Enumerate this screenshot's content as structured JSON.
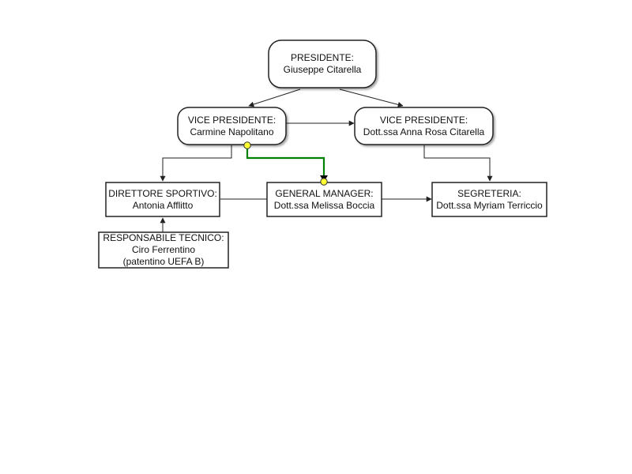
{
  "nodes": {
    "presidente": {
      "role": "PRESIDENTE:",
      "name": "Giuseppe Citarella"
    },
    "vice1": {
      "role": "VICE PRESIDENTE:",
      "name": "Carmine Napolitano"
    },
    "vice2": {
      "role": "VICE PRESIDENTE:",
      "name": "Dott.ssa Anna Rosa Citarella"
    },
    "direttore": {
      "role": "DIRETTORE SPORTIVO:",
      "name": "Antonia Afflitto"
    },
    "gm": {
      "role": "GENERAL MANAGER:",
      "name": "Dott.ssa Melissa Boccia"
    },
    "segreteria": {
      "role": "SEGRETERIA:",
      "name": "Dott.ssa Myriam Terriccio"
    },
    "tecnico": {
      "role": "RESPONSABILE TECNICO:",
      "name": "Ciro Ferrentino",
      "note": "(patentino UEFA B)"
    }
  },
  "colors": {
    "box_stroke": "#222222",
    "connector": "#222222",
    "selected_connector": "#008000",
    "handle_fill": "#ffff33"
  }
}
